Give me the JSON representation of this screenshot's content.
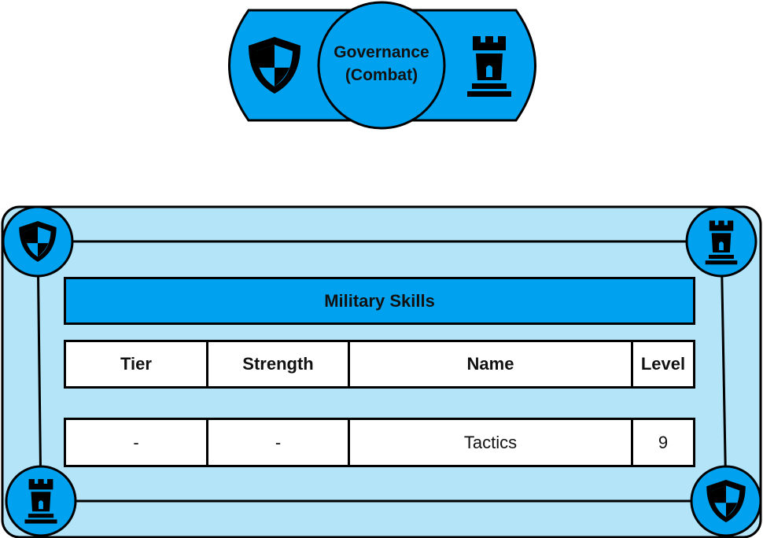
{
  "header": {
    "line1": "Governance",
    "line2": "(Combat)",
    "left_icon": "shield-icon",
    "right_icon": "rook-icon"
  },
  "panel": {
    "corner_icons": [
      "shield-icon",
      "rook-icon",
      "rook-icon",
      "shield-icon"
    ]
  },
  "table": {
    "title": "Military Skills",
    "columns": [
      "Tier",
      "Strength",
      "Name",
      "Level"
    ],
    "rows": [
      [
        "-",
        "-",
        "Tactics",
        "9"
      ]
    ]
  },
  "colors": {
    "accent": "#00a2f0",
    "panel_fill": "#b3e4f8",
    "outline": "#000000"
  }
}
